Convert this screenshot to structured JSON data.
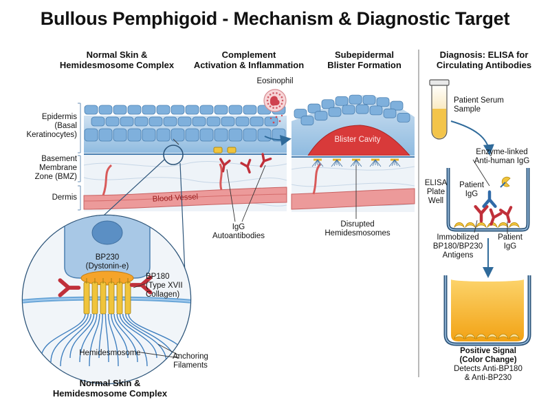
{
  "title": "Bullous Pemphigoid - Mechanism & Diagnostic Target",
  "panels": {
    "normal_header": "Normal Skin &\nHemidesmosome Complex",
    "complement_header": "Complement\nActivation & Inflammation",
    "blister_header": "Subepidermal\nBlister Formation",
    "diagnosis_header": "Diagnosis: ELISA for\nCirculating Antibodies"
  },
  "layers": {
    "epidermis": "Epidermis\n(Basal\nKeratinocytes)",
    "bmz": "Basement\nMembrane\nZone (BMZ)",
    "dermis": "Dermis",
    "blood_vessel": "Blood Vessel"
  },
  "cells": {
    "eosinophil": "Eosinophil",
    "blister_cavity": "Blister Cavity",
    "igg_autoantibodies": "IgG\nAutoantibodies",
    "disrupted": "Disrupted\nHemidesmosomes"
  },
  "zoom": {
    "bp230": "BP230\n(Dystonin-e)",
    "bp180": "BP180\n(Type XVII\nCollagen)",
    "hemidesmosome": "Hemidesmosome",
    "anchoring": "Anchoring\nFilaments",
    "caption": "Normal Skin &\nHemidesmosome Complex"
  },
  "elisa": {
    "serum": "Patient Serum\nSample",
    "enzyme": "Enzyme-linked\nAnti-human IgG",
    "plate_well": "ELISA\nPlate\nWell",
    "patient_igg_top": "Patient\nIgG",
    "immobilized": "Immobilized\nBP180/BP230\nAntigens",
    "patient_igg_bottom": "Patient\nIgG",
    "positive": "Positive Signal\n(Color Change)",
    "detects": "Detects Anti-BP180\n& Anti-BP230"
  },
  "colors": {
    "epidermis": "#a9c9e6",
    "cell": "#7fb0dc",
    "dermis": "#e9f0f7",
    "vessel": "#e58080",
    "blister": "#d83a3a",
    "antibody": "#c0303a",
    "hemidesmosome": "#f0c43c",
    "plate_liquid": "#f7b21c"
  }
}
